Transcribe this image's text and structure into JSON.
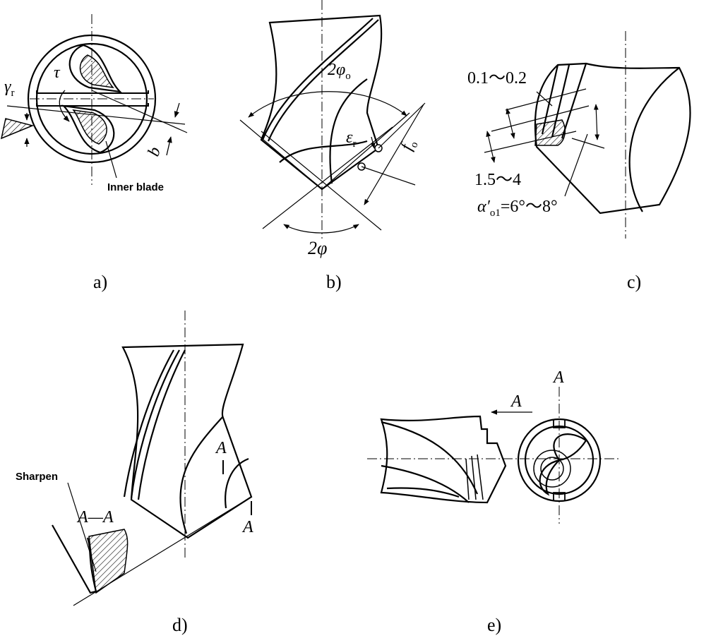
{
  "panels": {
    "a": {
      "caption": "a)",
      "gamma": "γ",
      "gamma_sub": "r",
      "tau": "τ",
      "b": "b",
      "inner_blade": "Inner blade"
    },
    "b": {
      "caption": "b)",
      "two_phi_o": "2φ",
      "two_phi_o_sub": "o",
      "epsilon": "ε",
      "epsilon_sub": "r",
      "f": "f",
      "f_sub": "o",
      "two_phi": "2φ"
    },
    "c": {
      "caption": "c)",
      "range_1": "0.1～0.2",
      "range_2": "1.5～4",
      "alpha": "α′",
      "alpha_sub": "o1",
      "alpha_value": "=6°～8°"
    },
    "d": {
      "caption": "d)",
      "sharpen": "Sharpen",
      "section": "A—A",
      "mark_upper": "A",
      "mark_lower": "A"
    },
    "e": {
      "caption": "e)",
      "view_arrow": "A",
      "section_mark": "A"
    }
  }
}
